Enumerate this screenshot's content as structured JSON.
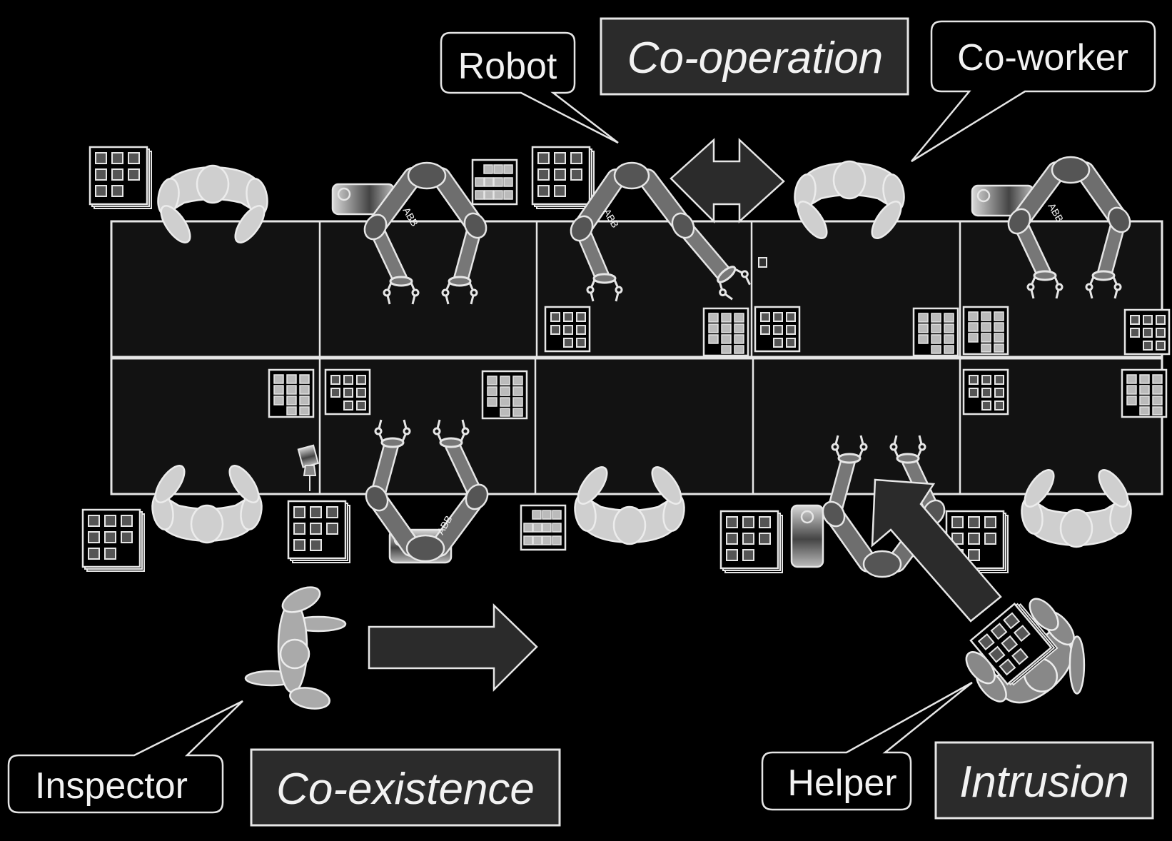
{
  "title": "Human-robot interaction modes on an assembly line",
  "colors": {
    "background": "#000000",
    "table_fill": "#121212",
    "outline": "#e6e6e6",
    "human_fill": "#cfcfcf",
    "robot_fill": "#6e6e6e",
    "robot_joint": "#555555",
    "box_fill": "#2b2b2b"
  },
  "callouts": {
    "robot": "Robot",
    "co_worker": "Co-worker",
    "inspector": "Inspector",
    "helper": "Helper"
  },
  "modes": {
    "co_operation": "Co-operation",
    "co_existence": "Co-existence",
    "intrusion": "Intrusion"
  },
  "robot_brand": "ABB",
  "arrows": {
    "co_operation": "double-headed-arrow",
    "co_existence": "right-arrow",
    "intrusion": "diagonal-up-left-arrow"
  },
  "layout_legend": {
    "workcells_per_row": 5,
    "rows": 2
  }
}
